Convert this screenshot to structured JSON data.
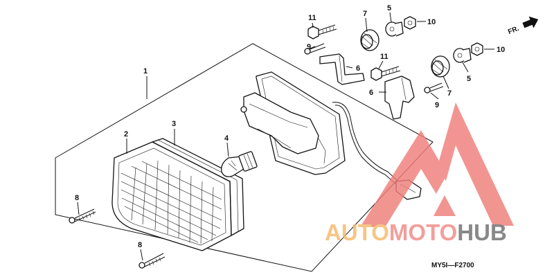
{
  "diagram": {
    "direction_label": "FR.",
    "part_code": "MY5I—F2700",
    "callouts": {
      "tail_lamp_assy": "1",
      "lens": "2",
      "gasket": "3",
      "bulb": "4",
      "collar_left": "5",
      "collar_right": "5",
      "bracket_left": "6",
      "bracket_right": "6",
      "grommet_left": "7",
      "grommet_right": "7",
      "screw_upper": "8",
      "screw_lower": "8",
      "bolt_left": "9",
      "bolt_right": "9",
      "nut_left": "10",
      "nut_right": "10",
      "bolt_upper_left": "11",
      "bolt_upper_right": "11"
    }
  },
  "watermark": {
    "part1": "AUTO",
    "part2": "MOTO",
    "part3": "HUB",
    "colors": {
      "orange": "#f6b96a",
      "red": "#f08a86",
      "gray": "#6f6f6f"
    }
  }
}
